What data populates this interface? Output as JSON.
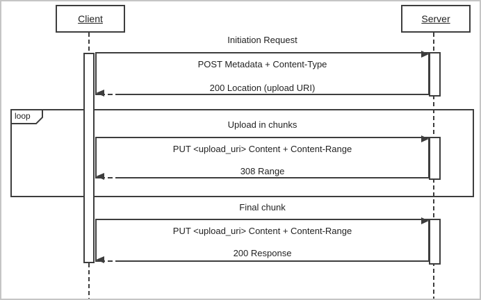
{
  "participants": [
    {
      "name": "Client"
    },
    {
      "name": "Server"
    }
  ],
  "loop": {
    "operator": "loop"
  },
  "sections": [
    {
      "label": "Initiation Request",
      "request": "POST Metadata + Content-Type",
      "response": "200 Location (upload URI)"
    },
    {
      "label": "Upload in chunks",
      "request": "PUT <upload_uri> Content + Content-Range",
      "response": "308 Range"
    },
    {
      "label": "Final chunk",
      "request": "PUT <upload_uri> Content + Content-Range",
      "response": "200 Response"
    }
  ],
  "colors": {
    "line": "#3d3d3d",
    "text": "#1f1f1f",
    "bg": "#ffffff",
    "frame": "#c5c5c5"
  }
}
